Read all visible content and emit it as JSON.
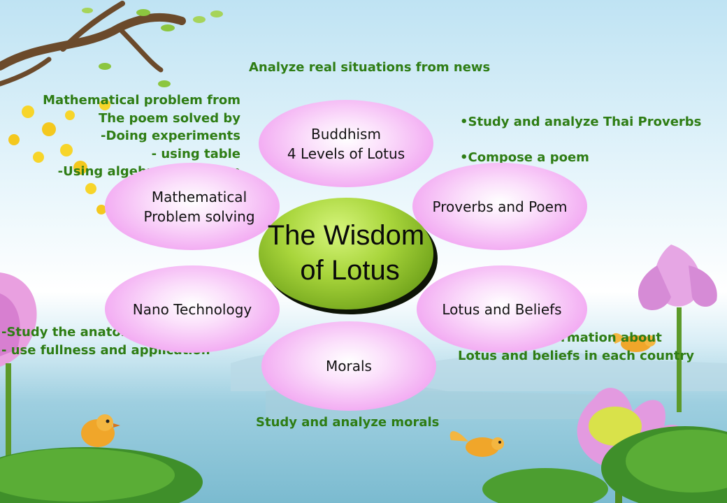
{
  "center": {
    "lines": [
      "The Wisdom",
      " of Lotus"
    ]
  },
  "nodes": {
    "buddhism": {
      "lines": [
        "Buddhism",
        "4 Levels of Lotus"
      ]
    },
    "proverbs": {
      "lines": [
        "Proverbs and Poem"
      ]
    },
    "beliefs": {
      "lines": [
        "Lotus and Beliefs"
      ]
    },
    "morals": {
      "lines": [
        "Morals"
      ]
    },
    "nano": {
      "lines": [
        "Nano Technology"
      ]
    },
    "math": {
      "lines": [
        "Mathematical",
        "Problem solving"
      ]
    }
  },
  "notes": {
    "news": [
      "Analyze real situations from news"
    ],
    "proverbs": [
      "•Study and analyze Thai Proverbs",
      "",
      "•Compose a poem"
    ],
    "beliefs": [
      "Searching information about",
      "Lotus and beliefs in each country"
    ],
    "morals": [
      "Study and analyze morals"
    ],
    "nano": [
      "-Study the anatomy of Lotus,",
      "- use fullness and application"
    ],
    "math": [
      "Mathematical problem from",
      "The poem solved by",
      "-Doing experiments",
      "- using table",
      "-Using algebraic equation"
    ]
  },
  "colors": {
    "node_fill": "#f2a8f2",
    "center_fill": "#8fc22c",
    "note_text": "#2e7d14",
    "sky": "#bfe3f3",
    "water": "#7bbbd0"
  }
}
